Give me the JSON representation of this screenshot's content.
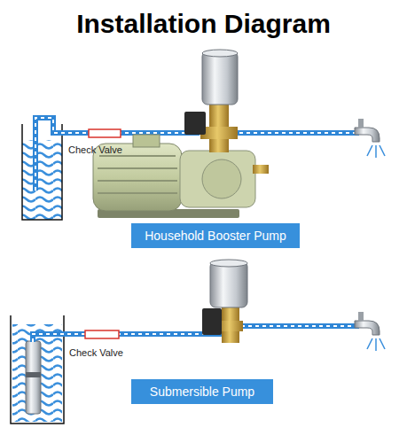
{
  "diagram": {
    "title": "Installation Diagram",
    "nodes": [
      {
        "text": [
          "Household Booster Pump"
        ]
      },
      {
        "text": [
          "Submersible Pump"
        ]
      }
    ],
    "labels": [
      "Check Valve",
      "Check Valve"
    ]
  }
}
